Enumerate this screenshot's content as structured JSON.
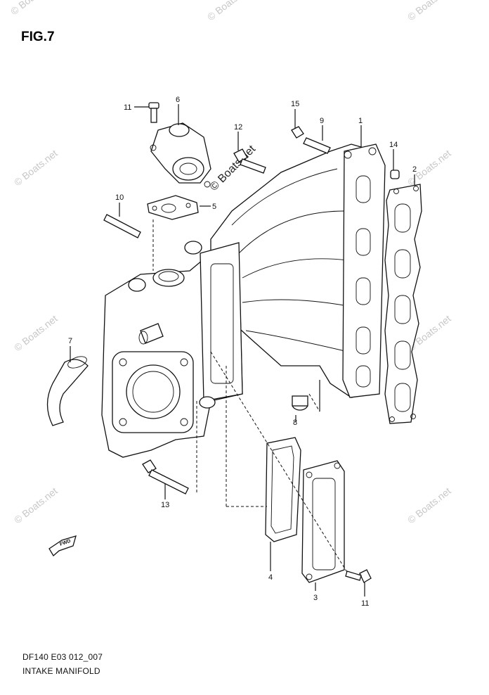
{
  "figure": {
    "title": "FIG.7"
  },
  "footer": {
    "model_code": "DF140 E03 012_007",
    "diagram_name": "INTAKE MANIFOLD"
  },
  "callouts": [
    "11",
    "6",
    "12",
    "15",
    "9",
    "1",
    "14",
    "2",
    "5",
    "10",
    "7",
    "8",
    "13",
    "4",
    "3",
    "11"
  ],
  "watermark": {
    "text": "© Boats.net"
  },
  "direction_marker": {
    "text": "FWD",
    "icon": "forward-arrow-icon"
  }
}
